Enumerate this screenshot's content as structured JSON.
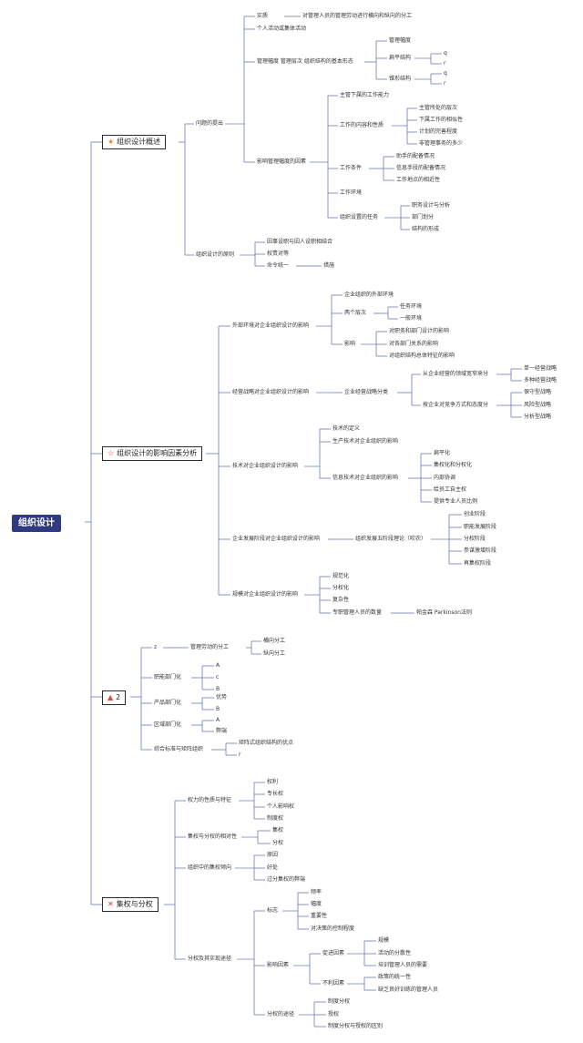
{
  "root": "组织设计",
  "branches": [
    {
      "icon": "star-solid",
      "label": "组织设计概述"
    },
    {
      "icon": "star-outline",
      "label": "组织设计的影响因素分析"
    },
    {
      "icon": "fire",
      "label": "2"
    },
    {
      "icon": "tools",
      "label": "集权与分权"
    }
  ],
  "nodes": {
    "wenti": "问题的提出",
    "shizhi": "实质",
    "shizhi_note": "对管理人员的管理劳动进行横向和纵向的分工",
    "geren": "个人活动或集体活动",
    "guanlifudu": "管理幅度 管理层次 组织结构的基本形态",
    "glfd": "管理幅度",
    "bianping": "扁平结构",
    "bp_q": "q",
    "bp_r": "r",
    "jianxing": "锥形结构",
    "jx_q": "q",
    "jx_r": "r",
    "yingxiang": "影响管理幅度的因素",
    "zhuguan": "主管下属的工作能力",
    "gongzuoneirong": "工作的内容和性质",
    "zgcc": "主管所处的层次",
    "xsxs": "下属工作的相似性",
    "jhws": "计划的完善程度",
    "fgl": "非管理事务的多少",
    "gztj": "工作条件",
    "zspb": "助手的配备情况",
    "xxpb": "信息手段的配备情况",
    "gzdd": "工作地点的相近性",
    "gzhj": "工作环境",
    "zzss": "组织设置的任务",
    "zwsj": "职务设计与分析",
    "bmhf": "部门划分",
    "jgxc": "结构的形成",
    "yuanze": "组织设计的原则",
    "ysyr": "因事设职与因人设职相结合",
    "qzdd": "权责对等",
    "mltt": "命令统一",
    "cuoshi": "措施",
    "wbhj": "外部环境对企业组织设计的影响",
    "qywb": "企业组织的外部环境",
    "lgcc": "两个层次",
    "rwhj": "任务环境",
    "ybhj": "一般环境",
    "yx": "影响",
    "dzw": "对职务和部门设计的影响",
    "dgb": "对各部门关系的影响",
    "dzzjg": "对组织结构总体特征的影响",
    "jyzl": "经营战略对企业组织设计的影响",
    "qyzl": "企业经营战略分类",
    "cjy": "从企业经营的领域宽窄来分",
    "dyjy": "单一经营战略",
    "dzjy": "多种经营战略",
    "aqy": "按企业对竞争方式和态度分",
    "bsx": "保守型战略",
    "fxx": "风险型战略",
    "fxxx": "分析型战略",
    "jsdy": "技术对企业组织设计的影响",
    "jsdd": "技术的定义",
    "scjs": "生产技术对企业组织的影响",
    "xxjs": "信息技术对企业组织的影响",
    "bph": "扁平化",
    "jqh": "集权化和分权化",
    "nbxt": "内部协调",
    "gyg": "给员工自主权",
    "tgzy": "提供专业人员比例",
    "qyfz": "企业发展阶段对企业组织设计的影响",
    "zzfz": "组织发展五阶段理论（吹农）",
    "cyjd": "创业阶段",
    "zyfz": "职能发展阶段",
    "fqjd": "分权阶段",
    "cwzz": "参谋激增阶段",
    "zjqjd": "再集权阶段",
    "gmdy": "规模对企业组织设计的影响",
    "gfh": "规范化",
    "fqh": "分权化",
    "fzx": "复杂性",
    "zygl": "专职管理人员的数量",
    "pjs": "帕金森 Parkinson法则",
    "b3_z": "z",
    "gldf": "管理劳动的分工",
    "hxfg": "横向分工",
    "zxfg": "纵向分工",
    "znbm": "职能部门化",
    "zn_a": "A",
    "zn_c": "c",
    "zn_b": "B",
    "cpbm": "产品部门化",
    "cp_ys": "优势",
    "cp_b": "B",
    "qybm": "区域部门化",
    "qy_a": "A",
    "qy_bd": "弊端",
    "zhbz": "综合标准与矩阵组织",
    "jzsz": "矩阵式组织结构的优点",
    "jz_r": "r",
    "qldxz": "权力的性质与特征",
    "qlzl": "权利",
    "zcq": "专长权",
    "grfl": "个人影响权",
    "zdq": "制度权",
    "jqfq": "集权与分权的相对性",
    "jq": "集权",
    "fq": "分权",
    "zzjq": "组织中的集权倾向",
    "yy": "原因",
    "hc": "好处",
    "gfjq": "过分集权的弊端",
    "fqss": "分权及其实现途径",
    "bz": "标志",
    "pl": "频率",
    "fd": "幅度",
    "zyx": "重要性",
    "djckz": "对决策的控制程度",
    "yxys": "影响因素",
    "cjys": "促进因素",
    "gm": "规模",
    "hddfs": "活动的分散性",
    "pxgl": "培训管理人员的需要",
    "bzys": "不利因素",
    "zcty": "政策的统一性",
    "qfl": "缺乏良好训练的管理人员",
    "fqtj": "分权的途径",
    "zdfq": "制度分权",
    "sq": "授权",
    "zdfqsq": "制度分权与授权的区别"
  }
}
